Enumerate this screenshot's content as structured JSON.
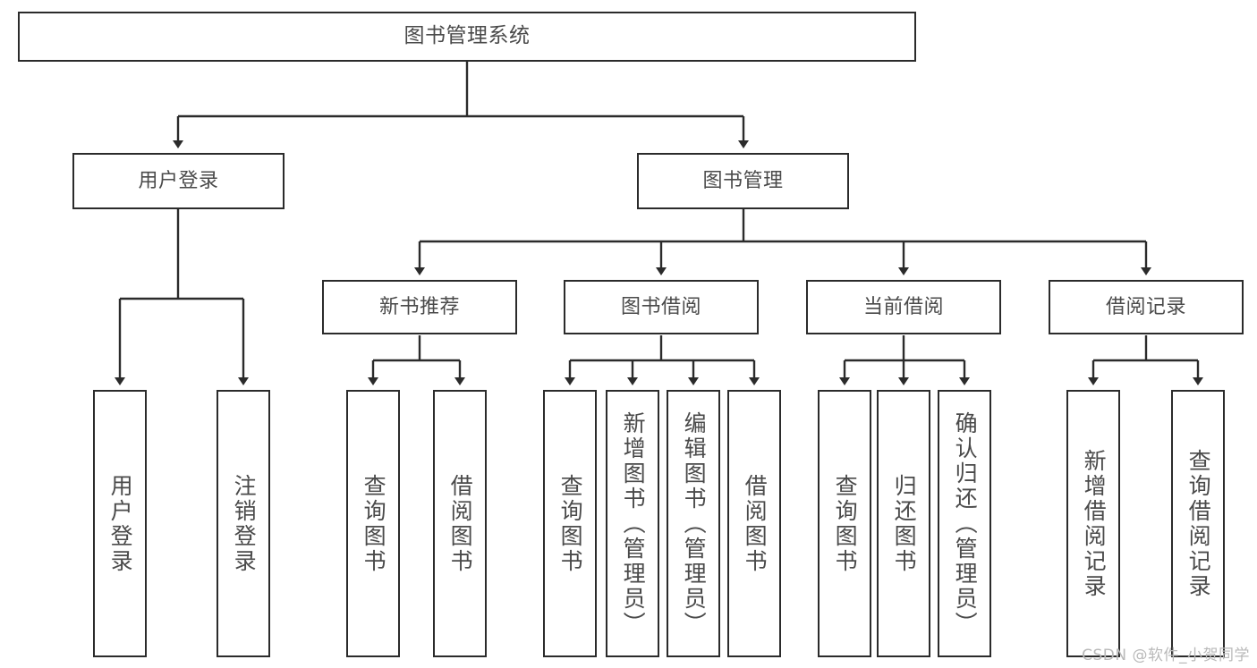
{
  "diagram": {
    "title": "图书管理系统",
    "type": "hierarchy-tree",
    "watermark": "CSDN @软件_小贺同学",
    "colors": {
      "box_border": "#2b2b2b",
      "box_fill": "#ffffff",
      "text": "#4a4a4a",
      "connector": "#2b2b2b",
      "watermark": "#b9b9b9"
    },
    "levels": {
      "level0": [
        {
          "id": "root",
          "label": "图书管理系统"
        }
      ],
      "level1": [
        {
          "id": "user-login",
          "label": "用户登录"
        },
        {
          "id": "book-manage",
          "label": "图书管理"
        }
      ],
      "level2": [
        {
          "id": "new-book-recommend",
          "label": "新书推荐"
        },
        {
          "id": "book-borrow",
          "label": "图书借阅"
        },
        {
          "id": "current-borrow",
          "label": "当前借阅"
        },
        {
          "id": "borrow-record",
          "label": "借阅记录"
        }
      ],
      "leaves": {
        "user-login": [
          {
            "id": "leaf-user-login",
            "label": "用户登录"
          },
          {
            "id": "leaf-logout-login",
            "label": "注销登录"
          }
        ],
        "new-book-recommend": [
          {
            "id": "leaf-query-book-1",
            "label": "查询图书"
          },
          {
            "id": "leaf-borrow-book-1",
            "label": "借阅图书"
          }
        ],
        "book-borrow": [
          {
            "id": "leaf-query-book-2",
            "label": "查询图书"
          },
          {
            "id": "leaf-add-book-admin",
            "label": "新增图书（管理员）"
          },
          {
            "id": "leaf-edit-book-admin",
            "label": "编辑图书（管理员）"
          },
          {
            "id": "leaf-borrow-book-2",
            "label": "借阅图书"
          }
        ],
        "current-borrow": [
          {
            "id": "leaf-query-book-3",
            "label": "查询图书"
          },
          {
            "id": "leaf-return-book",
            "label": "归还图书"
          },
          {
            "id": "leaf-confirm-return-admin",
            "label": "确认归还（管理员）"
          }
        ],
        "borrow-record": [
          {
            "id": "leaf-add-borrow-record",
            "label": "新增借阅记录"
          },
          {
            "id": "leaf-query-borrow-record",
            "label": "查询借阅记录"
          }
        ]
      }
    }
  }
}
